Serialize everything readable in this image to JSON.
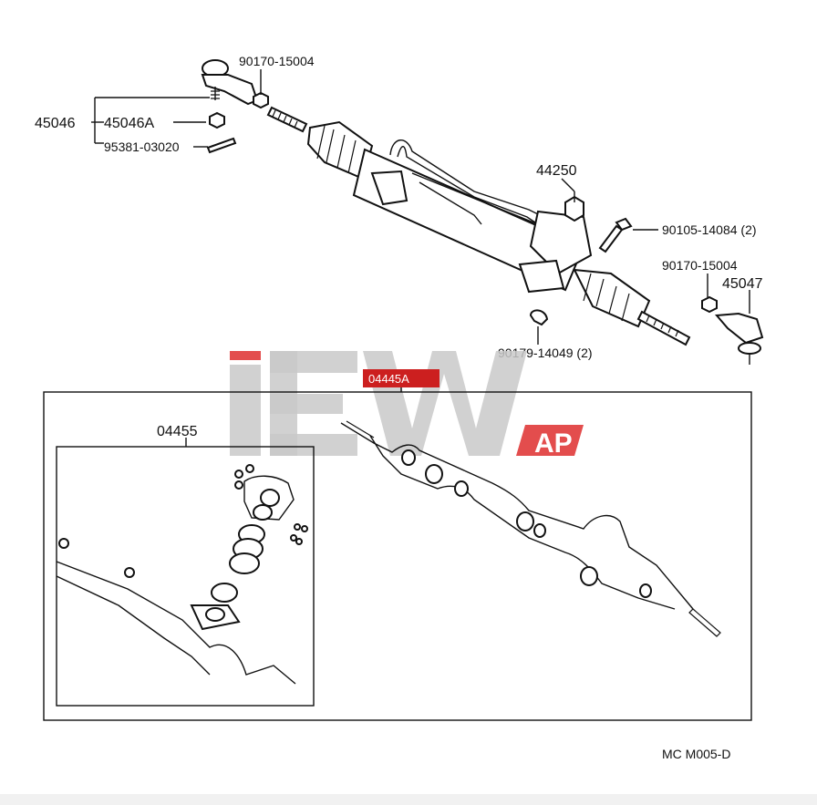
{
  "labels": {
    "p90170_top": "90170-15004",
    "p45046": "45046",
    "p45046A": "45046A",
    "p95381": "95381-03020",
    "p44250": "44250",
    "p90105": "90105-14084 (2)",
    "p90170_right": "90170-15004",
    "p45047": "45047",
    "p90179": "90179-14049 (2)",
    "p04445A": "04445A",
    "p04455": "04455",
    "ref_code": "MC  M005-D"
  },
  "watermark": {
    "text": "AP",
    "gray": "#c9c9c9",
    "red": "#e03a3a"
  }
}
